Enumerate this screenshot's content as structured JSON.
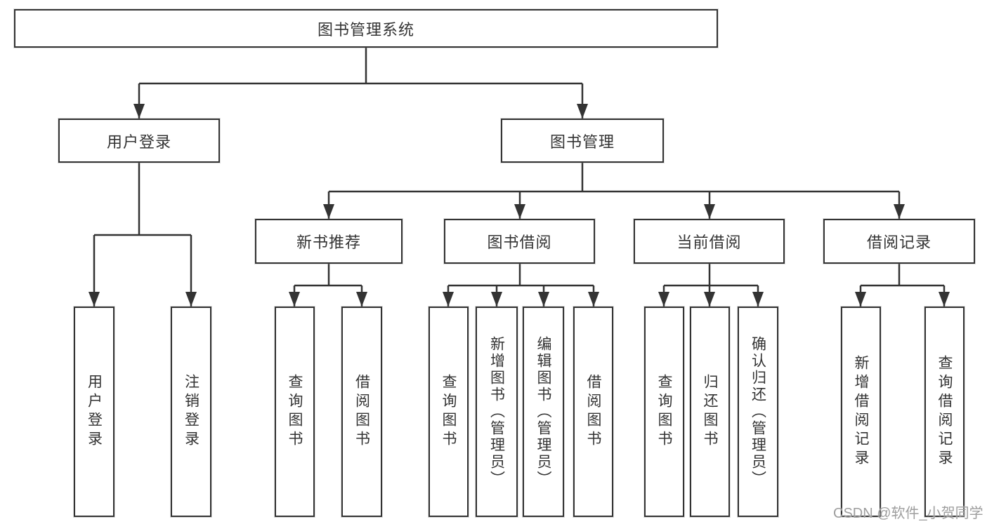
{
  "tree": {
    "root": {
      "label": "图书管理系统"
    },
    "branches": [
      {
        "label": "用户登录",
        "children": [
          {
            "label": "用户登录"
          },
          {
            "label": "注销登录"
          }
        ]
      },
      {
        "label": "图书管理",
        "children": [
          {
            "label": "新书推荐",
            "children": [
              {
                "label": "查询图书"
              },
              {
                "label": "借阅图书"
              }
            ]
          },
          {
            "label": "图书借阅",
            "children": [
              {
                "label": "查询图书"
              },
              {
                "label": "新增图书（管理员）"
              },
              {
                "label": "编辑图书（管理员）"
              },
              {
                "label": "借阅图书"
              }
            ]
          },
          {
            "label": "当前借阅",
            "children": [
              {
                "label": "查询图书"
              },
              {
                "label": "归还图书"
              },
              {
                "label": "确认归还（管理员）"
              }
            ]
          },
          {
            "label": "借阅记录",
            "children": [
              {
                "label": "新增借阅记录"
              },
              {
                "label": "查询借阅记录"
              }
            ]
          }
        ]
      }
    ]
  },
  "watermark": {
    "text": "CSDN @软件_小贺同学"
  },
  "colors": {
    "line": "#333333",
    "text": "#333333",
    "watermark": "#9e9e9e",
    "background": "#ffffff"
  }
}
